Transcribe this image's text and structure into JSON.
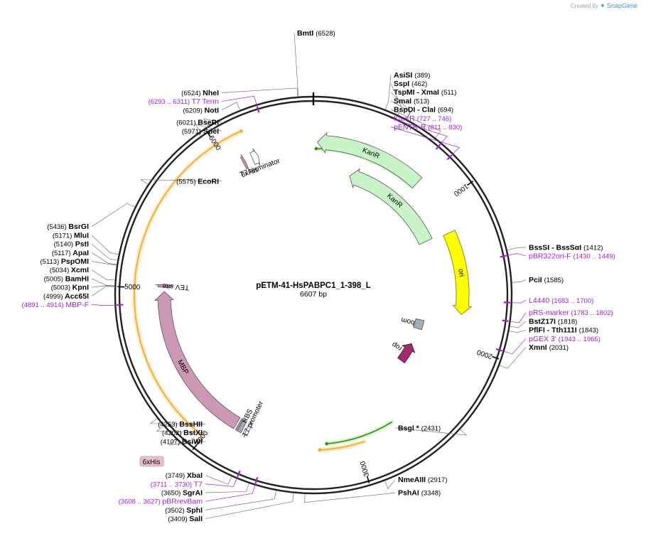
{
  "credit": {
    "prefix": "Created by",
    "brand": "SnapGene"
  },
  "plasmid": {
    "name": "pETM-41-HsPABPC1_1-398_L",
    "length_label": "6607 bp",
    "length": 6607
  },
  "ticks": [
    {
      "bp": 1000,
      "label": "1000"
    },
    {
      "bp": 2000,
      "label": "2000"
    },
    {
      "bp": 3000,
      "label": "3000"
    },
    {
      "bp": 4000,
      "label": "4000"
    },
    {
      "bp": 5000,
      "label": "5000"
    },
    {
      "bp": 6000,
      "label": "6000"
    }
  ],
  "enzymes": [
    {
      "name": "NheI",
      "pos": "(6524)",
      "bp": 6524,
      "side": "left"
    },
    {
      "name": "BmtI",
      "pos": "(6528)",
      "bp": 6528,
      "side": "right"
    },
    {
      "name": "NotI",
      "pos": "(6209)",
      "bp": 6209,
      "side": "left"
    },
    {
      "name": "BseRI",
      "pos": "(6021)",
      "bp": 6021,
      "side": "left"
    },
    {
      "name": "SpeI",
      "pos": "(5971)",
      "bp": 5971,
      "side": "left"
    },
    {
      "name": "EcoRI",
      "pos": "(5575)",
      "bp": 5575,
      "side": "left"
    },
    {
      "name": "BsrGI",
      "pos": "(5436)",
      "bp": 5436,
      "side": "left"
    },
    {
      "name": "MluI",
      "pos": "(5171)",
      "bp": 5171,
      "side": "left"
    },
    {
      "name": "PstI",
      "pos": "(5140)",
      "bp": 5140,
      "side": "left"
    },
    {
      "name": "ApaI",
      "pos": "(5117)",
      "bp": 5117,
      "side": "left"
    },
    {
      "name": "PspOMI",
      "pos": "(5113)",
      "bp": 5113,
      "side": "left"
    },
    {
      "name": "XcmI",
      "pos": "(5034)",
      "bp": 5034,
      "side": "left"
    },
    {
      "name": "BamHI",
      "pos": "(5005)",
      "bp": 5005,
      "side": "left"
    },
    {
      "name": "KpnI",
      "pos": "(5003)",
      "bp": 5003,
      "side": "left"
    },
    {
      "name": "Acc65I",
      "pos": "(4999)",
      "bp": 4999,
      "side": "left"
    },
    {
      "name": "BssHII",
      "pos": "(4253)",
      "bp": 4253,
      "side": "left"
    },
    {
      "name": "BstXI",
      "pos": "(4202)",
      "bp": 4202,
      "side": "left"
    },
    {
      "name": "BsiWI",
      "pos": "(4107)",
      "bp": 4107,
      "side": "left"
    },
    {
      "name": "XbaI",
      "pos": "(3749)",
      "bp": 3749,
      "side": "left"
    },
    {
      "name": "SgrAI",
      "pos": "(3650)",
      "bp": 3650,
      "side": "left"
    },
    {
      "name": "SphI",
      "pos": "(3502)",
      "bp": 3502,
      "side": "left"
    },
    {
      "name": "SalI",
      "pos": "(3409)",
      "bp": 3409,
      "side": "left"
    },
    {
      "name": "PshAI",
      "pos": "(3348)",
      "bp": 3348,
      "side": "right"
    },
    {
      "name": "NmeAIII",
      "pos": "(2917)",
      "bp": 2917,
      "side": "right"
    },
    {
      "name": "BsgI *",
      "pos": "(2431)",
      "bp": 2431,
      "side": "right"
    },
    {
      "name": "XmnI",
      "pos": "(2031)",
      "bp": 2031,
      "side": "right"
    },
    {
      "name": "PflFI - Tth111I",
      "pos": "(1843)",
      "bp": 1843,
      "side": "right"
    },
    {
      "name": "BstZ17I",
      "pos": "(1818)",
      "bp": 1818,
      "side": "right"
    },
    {
      "name": "PciI",
      "pos": "(1585)",
      "bp": 1585,
      "side": "right"
    },
    {
      "name": "BssSI - BssSαI",
      "pos": "(1412)",
      "bp": 1412,
      "side": "right"
    },
    {
      "name": "BspDI - ClaI",
      "pos": "(694)",
      "bp": 694,
      "side": "right"
    },
    {
      "name": "SmaI",
      "pos": "(513)",
      "bp": 513,
      "side": "right"
    },
    {
      "name": "TspMI - XmaI",
      "pos": "(511)",
      "bp": 511,
      "side": "right"
    },
    {
      "name": "SspI",
      "pos": "(462)",
      "bp": 462,
      "side": "right"
    },
    {
      "name": "AsiSI",
      "pos": "(389)",
      "bp": 389,
      "side": "right"
    }
  ],
  "primers": [
    {
      "name": "T7 Term",
      "pos": "(6293 .. 6311)",
      "bp": 6302,
      "side": "left"
    },
    {
      "name": "Kan-R",
      "pos": "(727 .. 746)",
      "bp": 736,
      "side": "right"
    },
    {
      "name": "pENTR-R",
      "pos": "(811 .. 830)",
      "bp": 820,
      "side": "right"
    },
    {
      "name": "pBR322ori-F",
      "pos": "(1430 .. 1449)",
      "bp": 1440,
      "side": "right"
    },
    {
      "name": "L4440",
      "pos": "(1683 .. 1700)",
      "bp": 1692,
      "side": "right"
    },
    {
      "name": "pRS-marker",
      "pos": "(1783 .. 1802)",
      "bp": 1792,
      "side": "right"
    },
    {
      "name": "pGEX 3'",
      "pos": "(1943 .. 1965)",
      "bp": 1954,
      "side": "right"
    },
    {
      "name": "MBP-F",
      "pos": "(4891 .. 4914)",
      "bp": 4902,
      "side": "left"
    },
    {
      "name": "T7",
      "pos": "(3711 .. 3730)",
      "bp": 3720,
      "side": "left"
    },
    {
      "name": "pBRrevBam",
      "pos": "(3608 .. 3627)",
      "bp": 3617,
      "side": "left"
    }
  ],
  "features": [
    {
      "name": "KanR",
      "kind": "arrow",
      "start": 785,
      "end": 27,
      "lane": 1,
      "color": "#c8f5c8",
      "stroke": "#555555"
    },
    {
      "name": "KanR",
      "kind": "arrow",
      "start": 1185,
      "end": 310,
      "lane": 3,
      "color": "#c8f5c8",
      "stroke": "#555555"
    },
    {
      "name": "ori",
      "kind": "arrow",
      "start": 1200,
      "end": 1789,
      "lane": 2,
      "color": "#ffff00",
      "stroke": "#777700"
    },
    {
      "name": "bom",
      "kind": "box",
      "start": 1891,
      "end": 1978,
      "lane": 4,
      "color": "#a6adb4",
      "stroke": "#555555"
    },
    {
      "name": "rop",
      "kind": "arrow",
      "start": 2325,
      "end": 2135,
      "lane": 4,
      "color": "#a02c6c",
      "stroke": "#501030"
    },
    {
      "name": "MBP",
      "kind": "arrow",
      "start": 3870,
      "end": 4980,
      "lane": 2,
      "color": "#cc99b4",
      "stroke": "#6a4a5a"
    },
    {
      "name": "TEV site",
      "kind": "arrow",
      "start": 5010,
      "end": 5030,
      "lane": 2,
      "color": "#cc99b4",
      "stroke": "#6a4a5a"
    },
    {
      "name": "6xHis",
      "kind": "arrow",
      "start": 6095,
      "end": 6112,
      "lane": 2,
      "color": "#cc99b4",
      "stroke": "#6a4a5a"
    },
    {
      "name": "T7 terminator",
      "kind": "arrow",
      "start": 6165,
      "end": 6210,
      "lane": 2,
      "color": "#ffffff",
      "stroke": "#555555"
    },
    {
      "name": "T7 promoter",
      "kind": "arrow",
      "start": 3768,
      "end": 3790,
      "lane": 2,
      "color": "#ffffff",
      "stroke": "#555555"
    },
    {
      "name": "RBS",
      "kind": "box",
      "start": 3814,
      "end": 3840,
      "lane": 2,
      "color": "#a6adb4",
      "stroke": "#555555"
    },
    {
      "name": "",
      "kind": "box",
      "start": 3846,
      "end": 3856,
      "lane": 2,
      "color": "#cc99b4",
      "stroke": "#555555"
    }
  ],
  "orfs": [
    {
      "start": 4010,
      "end": 6170,
      "color": "#f5a623",
      "fill": "#ffe8c0"
    },
    {
      "start": 750,
      "end": 20,
      "color": "#2f8f10",
      "fill": "#d8f5c8"
    },
    {
      "start": 2720,
      "end": 3210,
      "color": "#2f8f10",
      "fill": "#d8f5c8"
    },
    {
      "start": 2950,
      "end": 3260,
      "color": "#f5a623",
      "fill": "#ffe8c0"
    }
  ],
  "tag_badge": {
    "label": "6xHis",
    "color": "#e8c0d0"
  }
}
